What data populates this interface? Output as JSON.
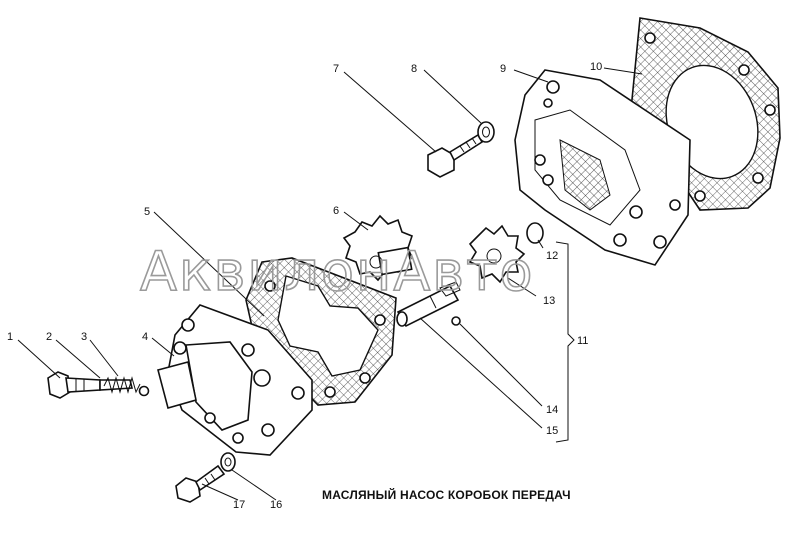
{
  "caption": "МАСЛЯНЫЙ НАСОС КОРОБОК ПЕРЕДАЧ",
  "watermark": "АквилонАвто",
  "callouts": [
    "1",
    "2",
    "3",
    "4",
    "5",
    "6",
    "7",
    "8",
    "9",
    "10",
    "11",
    "12",
    "13",
    "14",
    "15",
    "16",
    "17"
  ]
}
